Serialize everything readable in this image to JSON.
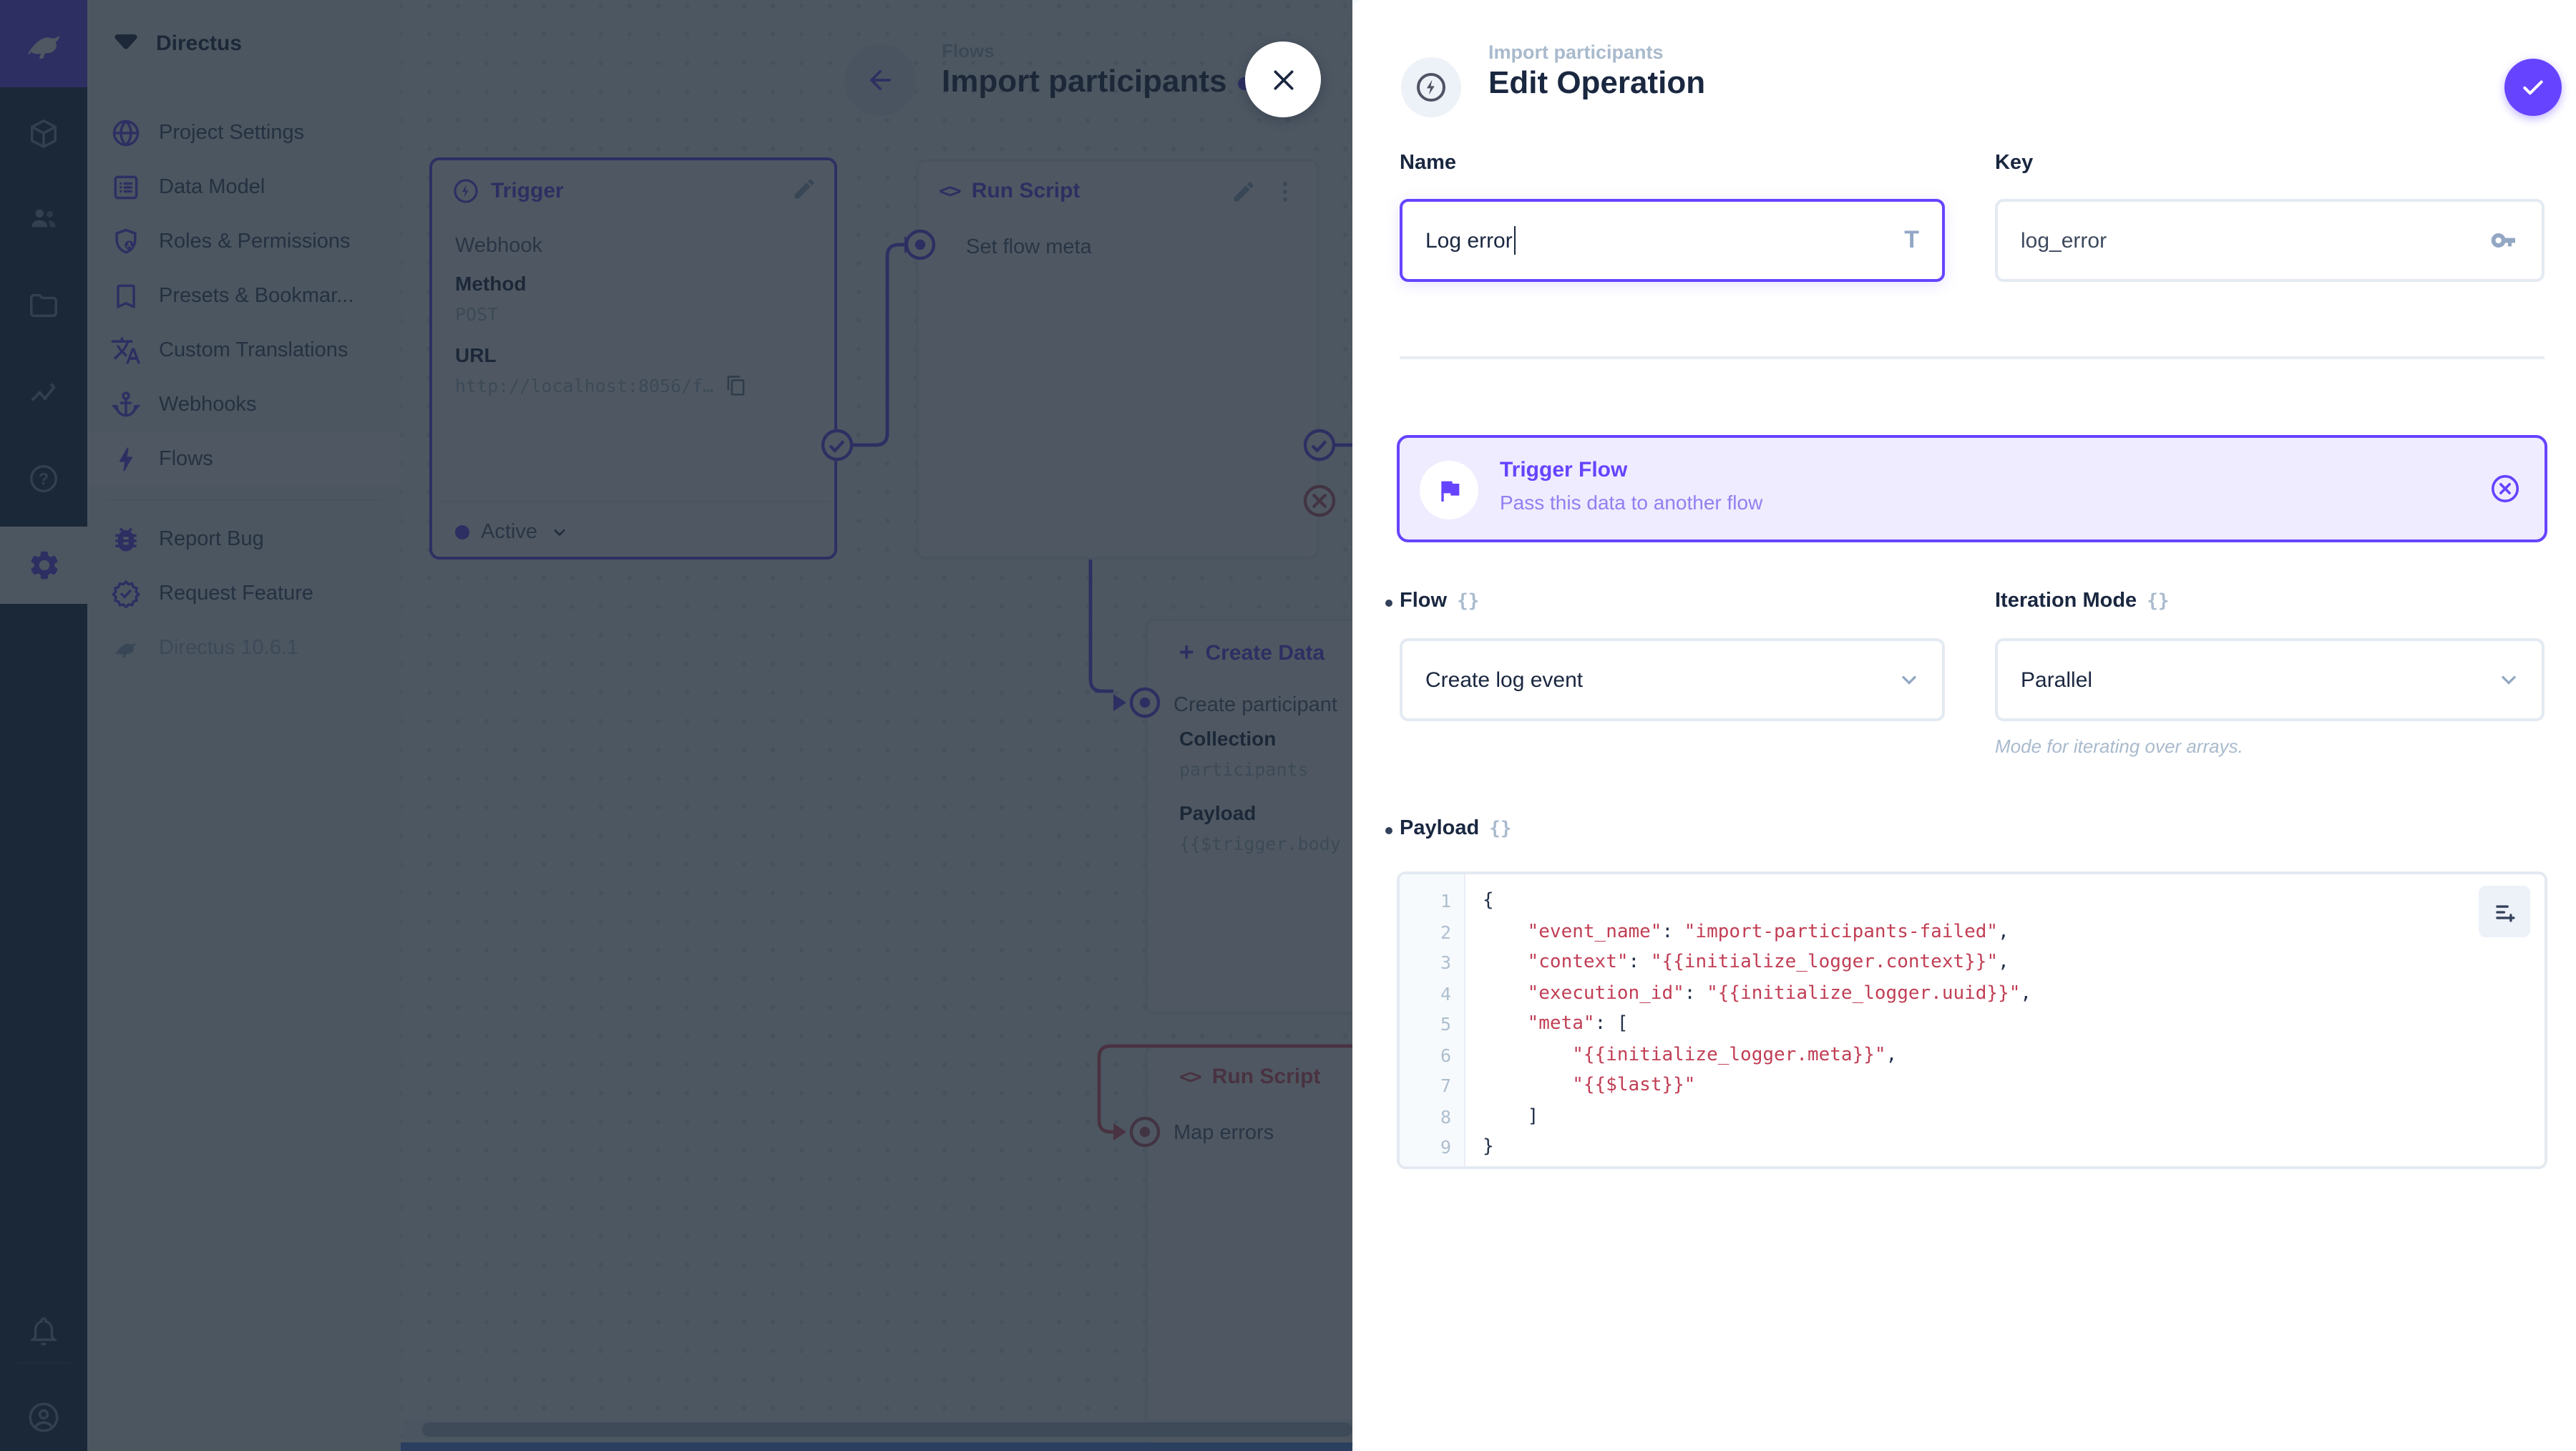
{
  "colors": {
    "accent": "#6644FF",
    "danger": "#E35169",
    "accent_soft_bg": "#F0ECFF",
    "code_string": "#C13E55",
    "module_bar_bg": "#0E2440",
    "nav_bg": "#F0F4F9",
    "scrollbar_accent": "#5B8DEF"
  },
  "icons": {
    "code": "<>",
    "plus": "+",
    "kebab": "⋮",
    "raw": "{}",
    "title_formatter": "T"
  },
  "sidebar": {
    "project_name": "Directus",
    "items": [
      {
        "label": "Project Settings"
      },
      {
        "label": "Data Model"
      },
      {
        "label": "Roles & Permissions"
      },
      {
        "label": "Presets & Bookmar..."
      },
      {
        "label": "Custom Translations"
      },
      {
        "label": "Webhooks"
      },
      {
        "label": "Flows"
      }
    ],
    "footer_items": [
      {
        "label": "Report Bug"
      },
      {
        "label": "Request Feature"
      }
    ],
    "version": "Directus 10.6.1"
  },
  "canvas": {
    "breadcrumb": "Flows",
    "title": "Import participants",
    "panels": {
      "trigger": {
        "title": "Trigger",
        "type": "Webhook",
        "method_label": "Method",
        "method": "POST",
        "url_label": "URL",
        "url": "http://localhost:8056/f…",
        "status": "Active"
      },
      "run_script_1": {
        "title": "Run Script",
        "name": "Set flow meta"
      },
      "create_data": {
        "title": "Create Data",
        "name": "Create participant",
        "collection_label": "Collection",
        "collection": "participants",
        "payload_label": "Payload",
        "payload_preview": "{{$trigger.body"
      },
      "run_script_2": {
        "title": "Run Script",
        "name": "Map errors"
      }
    }
  },
  "drawer": {
    "breadcrumb": "Import participants",
    "title": "Edit Operation",
    "fields": {
      "name": {
        "label": "Name",
        "value": "Log error"
      },
      "key": {
        "label": "Key",
        "value": "log_error"
      }
    },
    "banner": {
      "title": "Trigger Flow",
      "subtitle": "Pass this data to another flow"
    },
    "flow": {
      "label": "Flow",
      "value": "Create log event"
    },
    "iteration_mode": {
      "label": "Iteration Mode",
      "value": "Parallel",
      "note": "Mode for iterating over arrays."
    },
    "payload": {
      "label": "Payload",
      "lines": [
        [
          {
            "t": "{",
            "c": "p"
          }
        ],
        [
          {
            "t": "    ",
            "c": "p"
          },
          {
            "t": "\"event_name\"",
            "c": "s"
          },
          {
            "t": ": ",
            "c": "p"
          },
          {
            "t": "\"import-participants-failed\"",
            "c": "s"
          },
          {
            "t": ",",
            "c": "p"
          }
        ],
        [
          {
            "t": "    ",
            "c": "p"
          },
          {
            "t": "\"context\"",
            "c": "s"
          },
          {
            "t": ": ",
            "c": "p"
          },
          {
            "t": "\"{{initialize_logger.context}}\"",
            "c": "s"
          },
          {
            "t": ",",
            "c": "p"
          }
        ],
        [
          {
            "t": "    ",
            "c": "p"
          },
          {
            "t": "\"execution_id\"",
            "c": "s"
          },
          {
            "t": ": ",
            "c": "p"
          },
          {
            "t": "\"{{initialize_logger.uuid}}\"",
            "c": "s"
          },
          {
            "t": ",",
            "c": "p"
          }
        ],
        [
          {
            "t": "    ",
            "c": "p"
          },
          {
            "t": "\"meta\"",
            "c": "s"
          },
          {
            "t": ": [",
            "c": "p"
          }
        ],
        [
          {
            "t": "        ",
            "c": "p"
          },
          {
            "t": "\"{{initialize_logger.meta}}\"",
            "c": "s"
          },
          {
            "t": ",",
            "c": "p"
          }
        ],
        [
          {
            "t": "        ",
            "c": "p"
          },
          {
            "t": "\"{{$last}}\"",
            "c": "s"
          }
        ],
        [
          {
            "t": "    ]",
            "c": "p"
          }
        ],
        [
          {
            "t": "}",
            "c": "p"
          }
        ]
      ]
    }
  }
}
